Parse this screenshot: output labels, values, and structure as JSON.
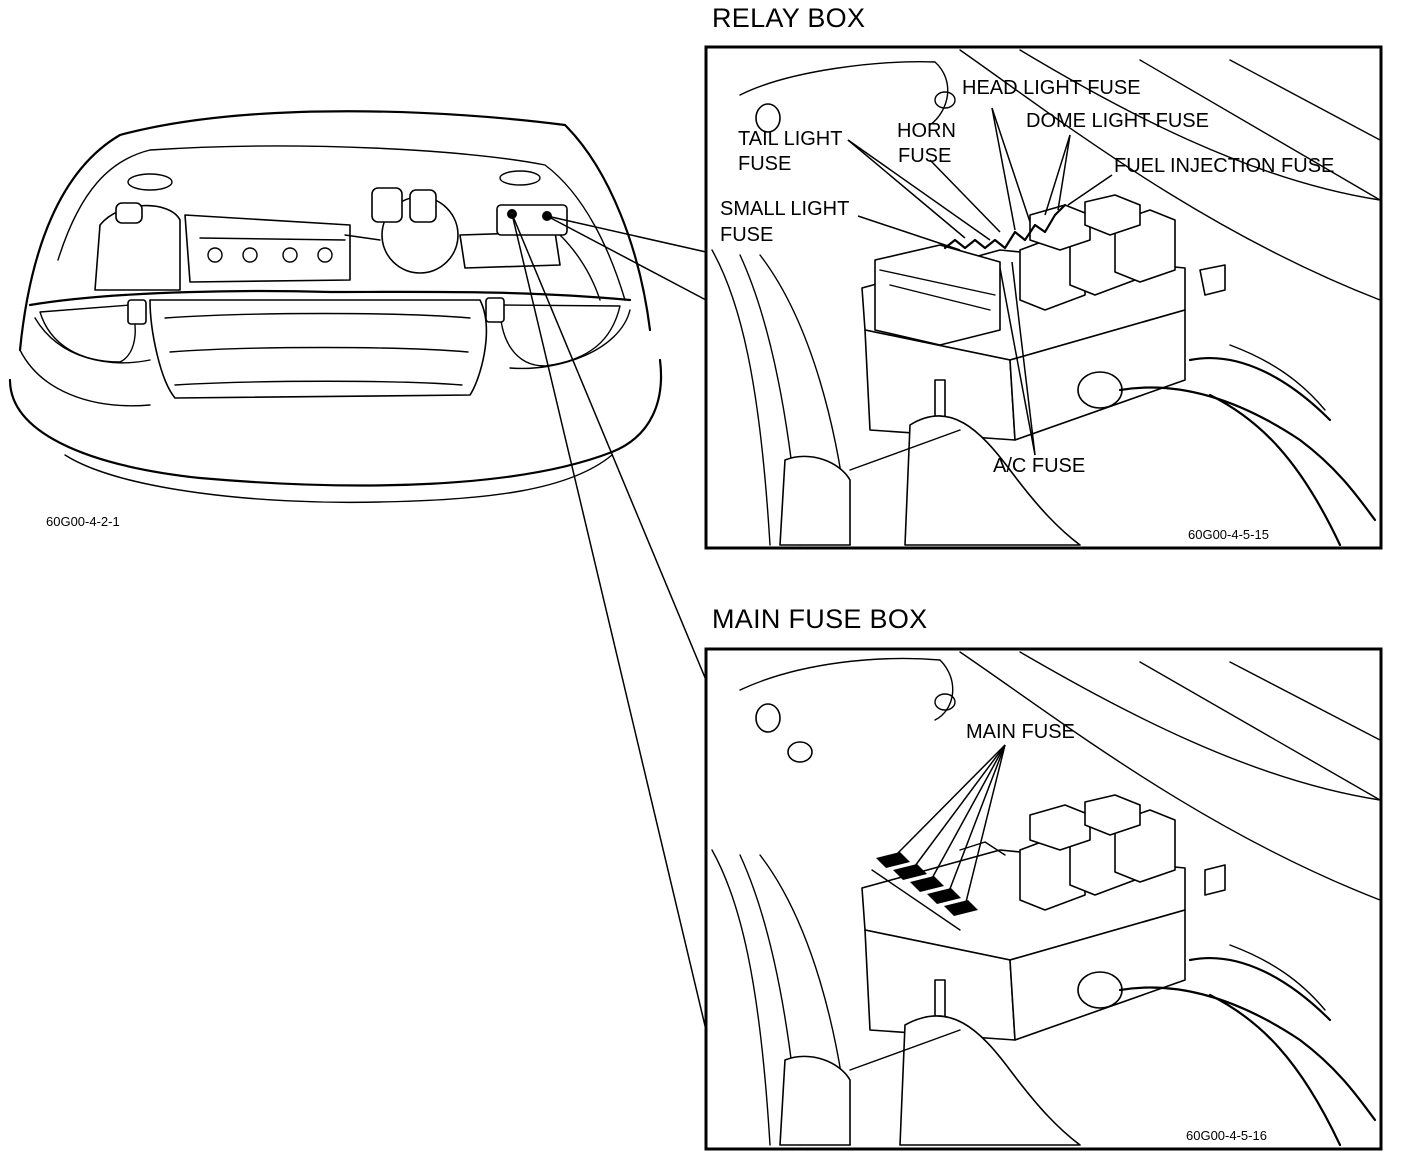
{
  "overview": {
    "code": "60G00-4-2-1"
  },
  "relay_box": {
    "title": "RELAY BOX",
    "code": "60G00-4-5-15",
    "labels": {
      "tail_light_fuse_line1": "TAIL LIGHT",
      "tail_light_fuse_line2": "FUSE",
      "horn_fuse_line1": "HORN",
      "horn_fuse_line2": "FUSE",
      "head_light_fuse": "HEAD LIGHT FUSE",
      "dome_light_fuse": "DOME LIGHT FUSE",
      "fuel_injection_fuse": "FUEL INJECTION FUSE",
      "small_light_fuse_line1": "SMALL LIGHT",
      "small_light_fuse_line2": "FUSE",
      "ac_fuse": "A/C FUSE"
    }
  },
  "main_fuse_box": {
    "title": "MAIN FUSE BOX",
    "code": "60G00-4-5-16",
    "labels": {
      "main_fuse": "MAIN FUSE"
    }
  }
}
